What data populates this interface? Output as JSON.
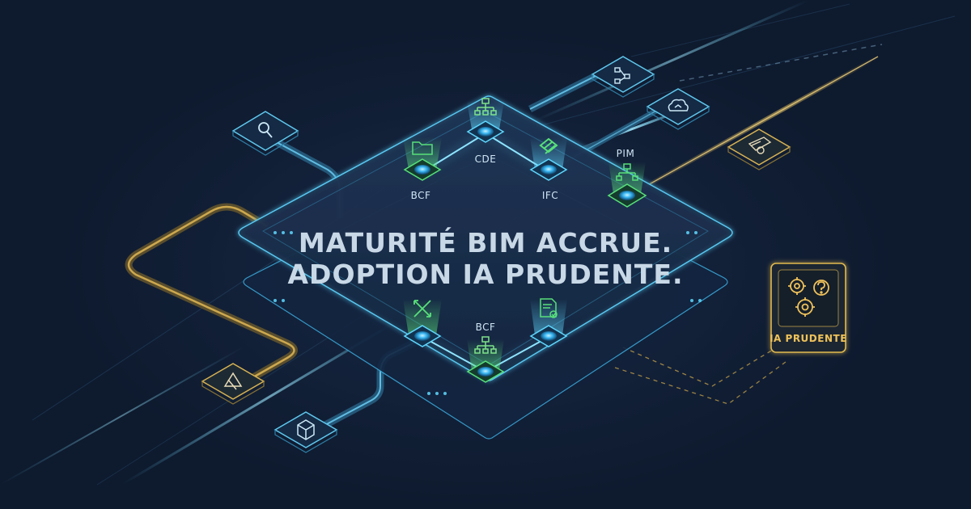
{
  "headline": {
    "line1": "MATURITÉ BIM ACCRUE.",
    "line2": "ADOPTION IA PRUDENTE."
  },
  "nodes_top": [
    {
      "label": "BCF",
      "icon": "folder-icon"
    },
    {
      "label": "CDE",
      "icon": "hierarchy-icon"
    },
    {
      "label": "IFC",
      "icon": "ifc-logo-icon"
    },
    {
      "label": "PIM",
      "icon": "hierarchy-icon"
    }
  ],
  "nodes_bottom": [
    {
      "label": "",
      "icon": "arrows-cross-icon"
    },
    {
      "label": "BCF",
      "icon": "hierarchy-icon"
    },
    {
      "label": "",
      "icon": "document-check-icon"
    }
  ],
  "side_panels": [
    {
      "icon": "search-icon"
    },
    {
      "icon": "flowchart-icon"
    },
    {
      "icon": "cloud-sync-icon"
    },
    {
      "icon": "document-scan-icon"
    },
    {
      "icon": "drawing-tools-icon"
    },
    {
      "icon": "cube-icon"
    }
  ],
  "ia_card": {
    "label": "IA PRUDENTE",
    "icon": "gears-question-icon"
  },
  "colors": {
    "background": "#0e1a2e",
    "cyan": "#5fd8ff",
    "green": "#58e07a",
    "gold": "#d9b352"
  }
}
